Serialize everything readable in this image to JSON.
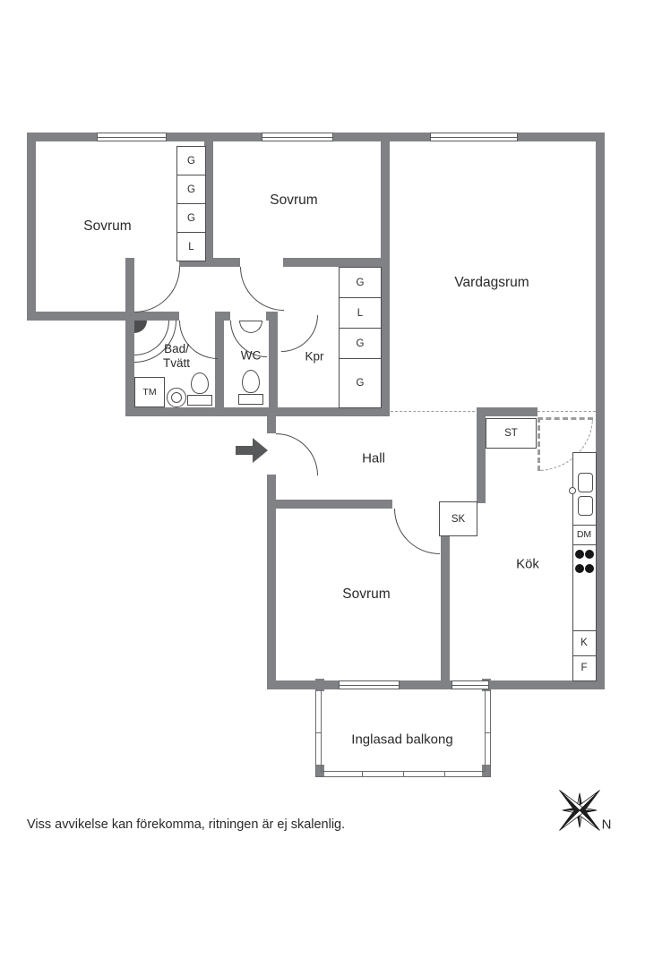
{
  "rooms": {
    "bedroom1": "Sovrum",
    "bedroom2": "Sovrum",
    "living": "Vardagsrum",
    "bath_line1": "Bad/",
    "bath_line2": "Tvätt",
    "wc": "WC",
    "kpr": "Kpr",
    "hall": "Hall",
    "kitchen": "Kök",
    "bedroom3": "Sovrum",
    "balcony": "Inglasad balkong"
  },
  "closets": {
    "col1": [
      "G",
      "G",
      "G",
      "L"
    ],
    "col2": [
      "G",
      "L",
      "G",
      "G"
    ]
  },
  "appliances": {
    "tm": "TM",
    "st": "ST",
    "sk": "SK",
    "dm": "DM",
    "k": "K",
    "f": "F"
  },
  "compass": {
    "north": "N"
  },
  "footer": {
    "disclaimer": "Viss avvikelse kan förekomma, ritningen är ej skalenlig."
  },
  "colors": {
    "wall": "#7f8184",
    "line": "#4d4d4f",
    "text": "#2a2a2c"
  }
}
